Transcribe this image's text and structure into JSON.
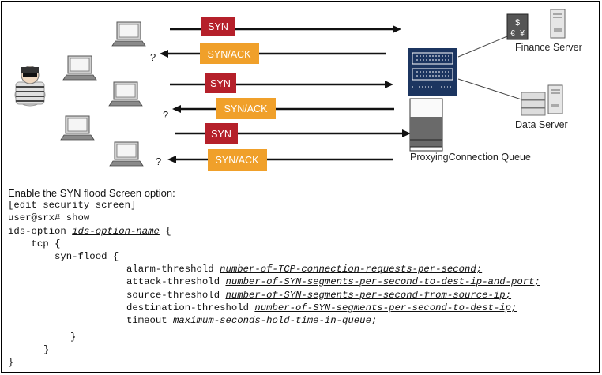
{
  "colors": {
    "syn": "#b5202a",
    "synack": "#f0a02a",
    "device": "#1c3560",
    "queue_fill": "#6a6a6a"
  },
  "packets": {
    "syn": "SYN",
    "synack": "SYN/ACK"
  },
  "question": "?",
  "labels": {
    "finance_server": "Finance Server",
    "data_server": "Data Server",
    "queue": "ProxyingConnection Queue"
  },
  "config": {
    "intro": "Enable the SYN flood Screen option:",
    "line1": "[edit security screen]",
    "line2": "user@srx# show",
    "line3_kw": "ids-option ",
    "line3_var": "ids-option-name",
    "line3_end": " {",
    "line4": "    tcp {",
    "line5": "        syn-flood {",
    "alarm_kw": "alarm-threshold ",
    "alarm_var": "number-of-TCP-connection-requests-per-second;",
    "attack_kw": "attack-threshold ",
    "attack_var": "number-of-SYN-segments-per-second-to-dest-ip-and-port;",
    "source_kw": "source-threshold ",
    "source_var": "number-of-SYN-segments-per-second-from-source-ip;",
    "dest_kw": "destination-threshold ",
    "dest_var": "number-of-SYN-segments-per-second-to-dest-ip;",
    "timeout_kw": "timeout ",
    "timeout_var": "maximum-seconds-hold-time-in-queue;",
    "close1": "}",
    "close2": "}",
    "close3": "}"
  }
}
